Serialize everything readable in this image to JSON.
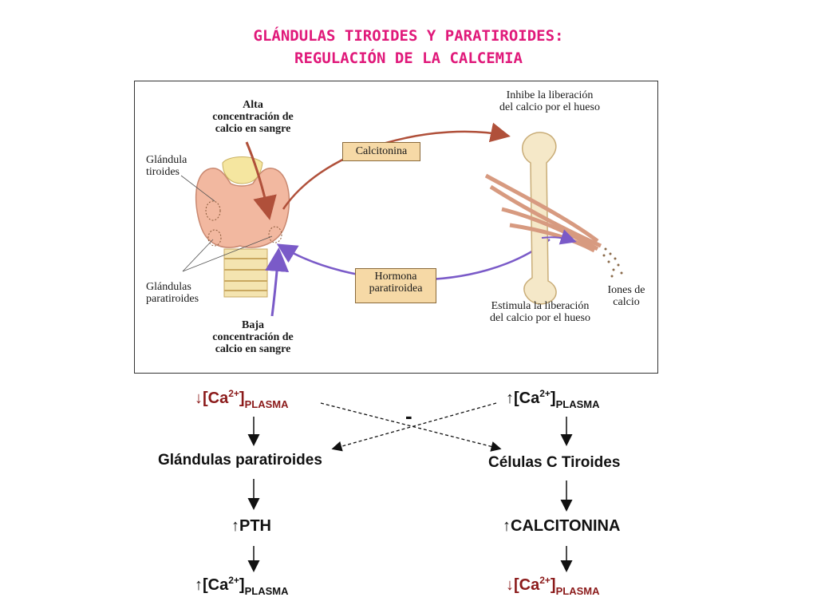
{
  "title": {
    "line1": "GLÁNDULAS TIROIDES Y PARATIROIDES:",
    "line2": "REGULACIÓN DE LA CALCEMIA"
  },
  "figure": {
    "high_calcium": [
      "Alta",
      "concentración de",
      "calcio en sangre"
    ],
    "low_calcium": [
      "Baja",
      "concentración de",
      "calcio en sangre"
    ],
    "thyroid_label": [
      "Glándula",
      "tiroides"
    ],
    "parathyroid_label": [
      "Glándulas",
      "paratiroides"
    ],
    "calcitonin_tag": "Calcitonina",
    "pth_tag": [
      "Hormona",
      "paratiroidea"
    ],
    "inhibit_label": [
      "Inhibe la liberación",
      "del calcio por el hueso"
    ],
    "stimulate_label": [
      "Estimula la liberación",
      "del calcio por el hueso"
    ],
    "ions_label": [
      "Iones de",
      "calcio"
    ]
  },
  "flow": {
    "left": {
      "start": {
        "arrow": "↓",
        "ion": "[Ca",
        "charge": "2+",
        "close": "]",
        "sub": "PLASMA"
      },
      "node": "Glándulas paratiroides",
      "hormone": {
        "arrow": "↑",
        "label": "PTH"
      },
      "end": {
        "arrow": "↑",
        "ion": "[Ca",
        "charge": "2+",
        "close": "]",
        "sub": "PLASMA"
      }
    },
    "right": {
      "start": {
        "arrow": "↑",
        "ion": "[Ca",
        "charge": "2+",
        "close": "]",
        "sub": "PLASMA"
      },
      "node": "Células C Tiroides",
      "hormone": {
        "arrow": "↑",
        "label": "CALCITONINA"
      },
      "end": {
        "arrow": "↓",
        "ion": "[Ca",
        "charge": "2+",
        "close": "]",
        "sub": "PLASMA"
      }
    },
    "inhibition_sign": "-"
  },
  "colors": {
    "title": "#e0197a",
    "calcitonin_arrow": "#b0503a",
    "pth_arrow": "#7a5ac8",
    "plasma_text": "#8b1a1a"
  }
}
